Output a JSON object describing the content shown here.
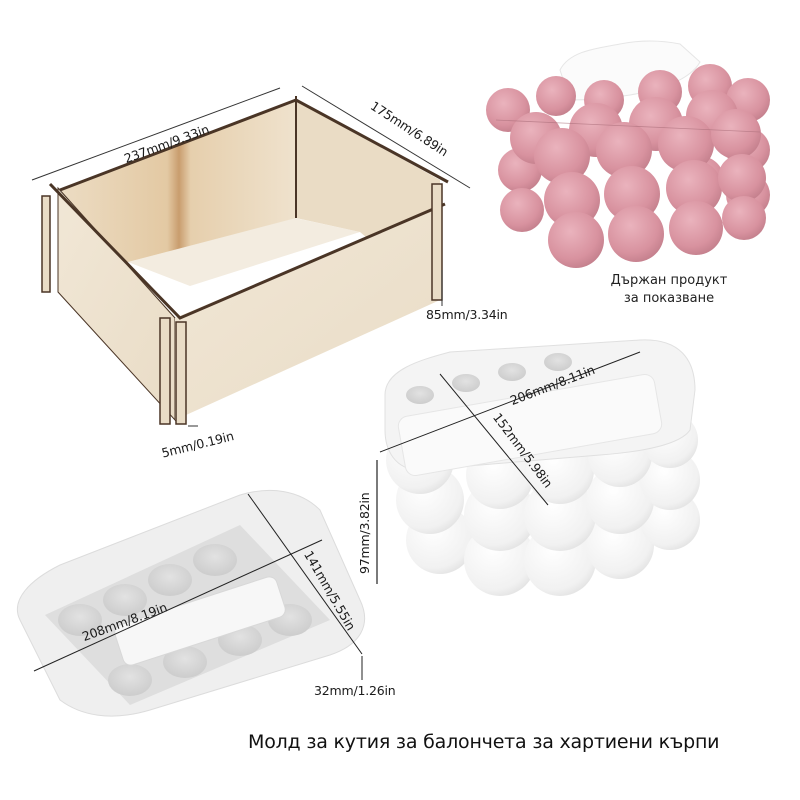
{
  "caption": "Молд за кутия за балончета за хартиени кърпи",
  "display_note": {
    "line1": "Държан продукт",
    "line2": "за показване"
  },
  "wood_box": {
    "length_label": "237mm/9.33in",
    "width_label": "175mm/6.89in",
    "height_label": "85mm/3.34in",
    "thickness_label": "5mm/0.19in"
  },
  "mold_body": {
    "length_label": "206mm/8.11in",
    "width_label": "152mm/5.98in",
    "height_label": "97mm/3.82in"
  },
  "mold_lid": {
    "length_label": "208mm/8.19in",
    "width_label": "141mm/5.55in",
    "height_label": "32mm/1.26in"
  },
  "colors": {
    "wood_light": "#efe4d2",
    "wood_dark": "#4a3526",
    "pink": "#dc9aa6",
    "silicone": "#f2f2f2",
    "tissue": "#fafafa"
  }
}
